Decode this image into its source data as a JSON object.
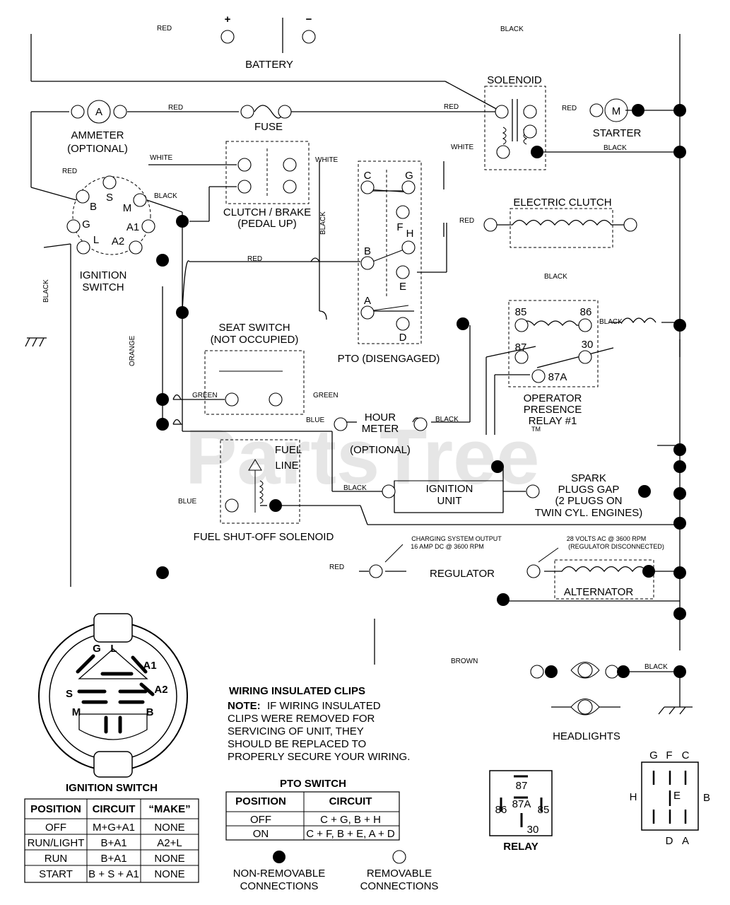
{
  "battery": {
    "label": "BATTERY",
    "plus": "+",
    "minus": "−"
  },
  "solenoid": {
    "label": "SOLENOID"
  },
  "ammeter": {
    "label": "AMMETER",
    "sub": "(OPTIONAL)",
    "symbol": "A"
  },
  "fuse": {
    "label": "FUSE"
  },
  "starter": {
    "label": "STARTER",
    "symbol": "M"
  },
  "ignition_switch": {
    "label_line1": "IGNITION",
    "label_line2": "SWITCH",
    "terminals": {
      "B": "B",
      "S": "S",
      "M": "M",
      "G": "G",
      "A1": "A1",
      "L": "L",
      "A2": "A2"
    }
  },
  "clutch_brake": {
    "label_line1": "CLUTCH / BRAKE",
    "label_line2": "(PEDAL UP)"
  },
  "pto": {
    "label": "PTO (DISENGAGED)",
    "terminals": {
      "C": "C",
      "G": "G",
      "F": "F",
      "H": "H",
      "B": "B",
      "E": "E",
      "A": "A",
      "D": "D"
    }
  },
  "electric_clutch": {
    "label": "ELECTRIC CLUTCH"
  },
  "seat_switch": {
    "label_line1": "SEAT SWITCH",
    "label_line2": "(NOT OCCUPIED)"
  },
  "relay_block": {
    "label_line1": "OPERATOR",
    "label_line2": "PRESENCE",
    "label_line3": "RELAY #1",
    "pins": {
      "p85": "85",
      "p86": "86",
      "p87": "87",
      "p30": "30",
      "p87a": "87A"
    }
  },
  "hour_meter": {
    "label_line1": "HOUR",
    "label_line2": "METER",
    "label_line3": "(OPTIONAL)"
  },
  "fuel_line": {
    "label_line1": "FUEL",
    "label_line2": "LINE"
  },
  "fuel_solenoid": {
    "label": "FUEL SHUT-OFF SOLENOID"
  },
  "ignition_unit": {
    "label_line1": "IGNITION",
    "label_line2": "UNIT"
  },
  "spark": {
    "line1": "SPARK",
    "line2": "PLUGS GAP",
    "line3": "(2 PLUGS ON",
    "line4": "TWIN CYL. ENGINES)"
  },
  "regulator": {
    "label": "REGULATOR",
    "note1": "CHARGING SYSTEM OUTPUT",
    "note2": "16 AMP DC @ 3600 RPM"
  },
  "alternator": {
    "label": "ALTERNATOR",
    "note1": "28 VOLTS AC @ 3600 RPM",
    "note2": "(REGULATOR DISCONNECTED)"
  },
  "headlights": {
    "label": "HEADLIGHTS"
  },
  "watermark": {
    "text": "PartsTree",
    "tm": "TM"
  },
  "wires": {
    "red_top": "RED",
    "black_top": "BLACK",
    "red_amm": "RED",
    "red_fuse": "RED",
    "red_starter": "RED",
    "white_sol": "WHITE",
    "black_starter": "BLACK",
    "red_ign": "RED",
    "white_clutch": "WHITE",
    "white_clutch2": "WHITE",
    "black_ign": "BLACK",
    "black_pto": "BLACK",
    "red_pto": "RED",
    "red_eclutch": "RED",
    "black_mid": "BLACK",
    "black_left": "BLACK",
    "orange": "ORANGE",
    "green1": "GREEN",
    "green2": "GREEN",
    "blue1": "BLUE",
    "black_hour": "BLACK",
    "black_relay": "BLACK",
    "blue2": "BLUE",
    "black_ignunit": "BLACK",
    "red_reg": "RED",
    "brown": "BROWN",
    "black_head": "BLACK"
  },
  "insulated_clips": {
    "title": "WIRING INSULATED CLIPS",
    "note_bold": "NOTE:",
    "line1": "IF WIRING INSULATED",
    "line2": "CLIPS WERE REMOVED FOR",
    "line3": "SERVICING OF UNIT, THEY",
    "line4": "SHOULD BE REPLACED TO",
    "line5": "PROPERLY SECURE YOUR WIRING."
  },
  "ignition_table": {
    "title": "IGNITION SWITCH",
    "headers": [
      "POSITION",
      "CIRCUIT",
      "“MAKE”"
    ],
    "rows": [
      [
        "OFF",
        "M+G+A1",
        "NONE"
      ],
      [
        "RUN/LIGHT",
        "B+A1",
        "A2+L"
      ],
      [
        "RUN",
        "B+A1",
        "NONE"
      ],
      [
        "START",
        "B + S + A1",
        "NONE"
      ]
    ]
  },
  "pto_table": {
    "title": "PTO SWITCH",
    "headers": [
      "POSITION",
      "CIRCUIT"
    ],
    "rows": [
      [
        "OFF",
        "C + G, B + H"
      ],
      [
        "ON",
        "C + F, B + E, A + D"
      ]
    ]
  },
  "legend": {
    "non_removable_line1": "NON-REMOVABLE",
    "non_removable_line2": "CONNECTIONS",
    "removable_line1": "REMOVABLE",
    "removable_line2": "CONNECTIONS"
  },
  "relay_face": {
    "label": "RELAY",
    "p87": "87",
    "p87a": "87A",
    "p86": "86",
    "p85": "85",
    "p30": "30"
  },
  "pto_face": {
    "top": [
      "G",
      "F",
      "C"
    ],
    "left": "H",
    "right": "B",
    "center": "E",
    "bottom": [
      "D",
      "A"
    ]
  },
  "ign_face": {
    "G": "G",
    "L": "L",
    "A1": "A1",
    "S": "S",
    "A2": "A2",
    "M": "M",
    "B": "B"
  }
}
